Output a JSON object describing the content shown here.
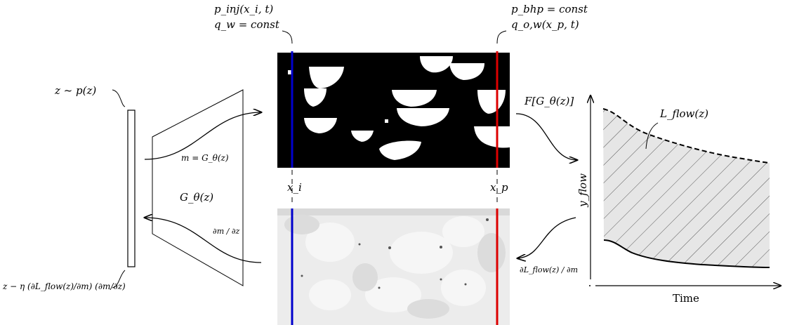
{
  "labels": {
    "p_inj": "p_inj(x_i, t)",
    "q_w": "q_w = const",
    "p_bhp": "p_bhp = const",
    "q_ow": "q_o,w(x_p, t)",
    "z_prior": "z ~ p(z)",
    "m_eq": "m = G_θ(z)",
    "g_theta": "G_θ(z)",
    "dm_dz": "∂m / ∂z",
    "z_update": "z − η (∂L_flow(z)/∂m) (∂m/∂z)",
    "x_i": "x_i",
    "x_p": "x_p",
    "forward_op": "F[G_θ(z)]",
    "dl_dm": "∂L_flow(z) / ∂m",
    "loss": "L_flow(z)",
    "y_axis": "y_flow",
    "x_axis": "Time"
  },
  "colors": {
    "injector": "#0000cc",
    "producer": "#dd0000",
    "hatch_fill": "#e8e8e8"
  },
  "icons": {
    "latent_vector": "latent-vector-bar",
    "generator": "generator-trapezoid",
    "facies_map": "binary-facies-image",
    "gradient_map": "gradient-image"
  }
}
